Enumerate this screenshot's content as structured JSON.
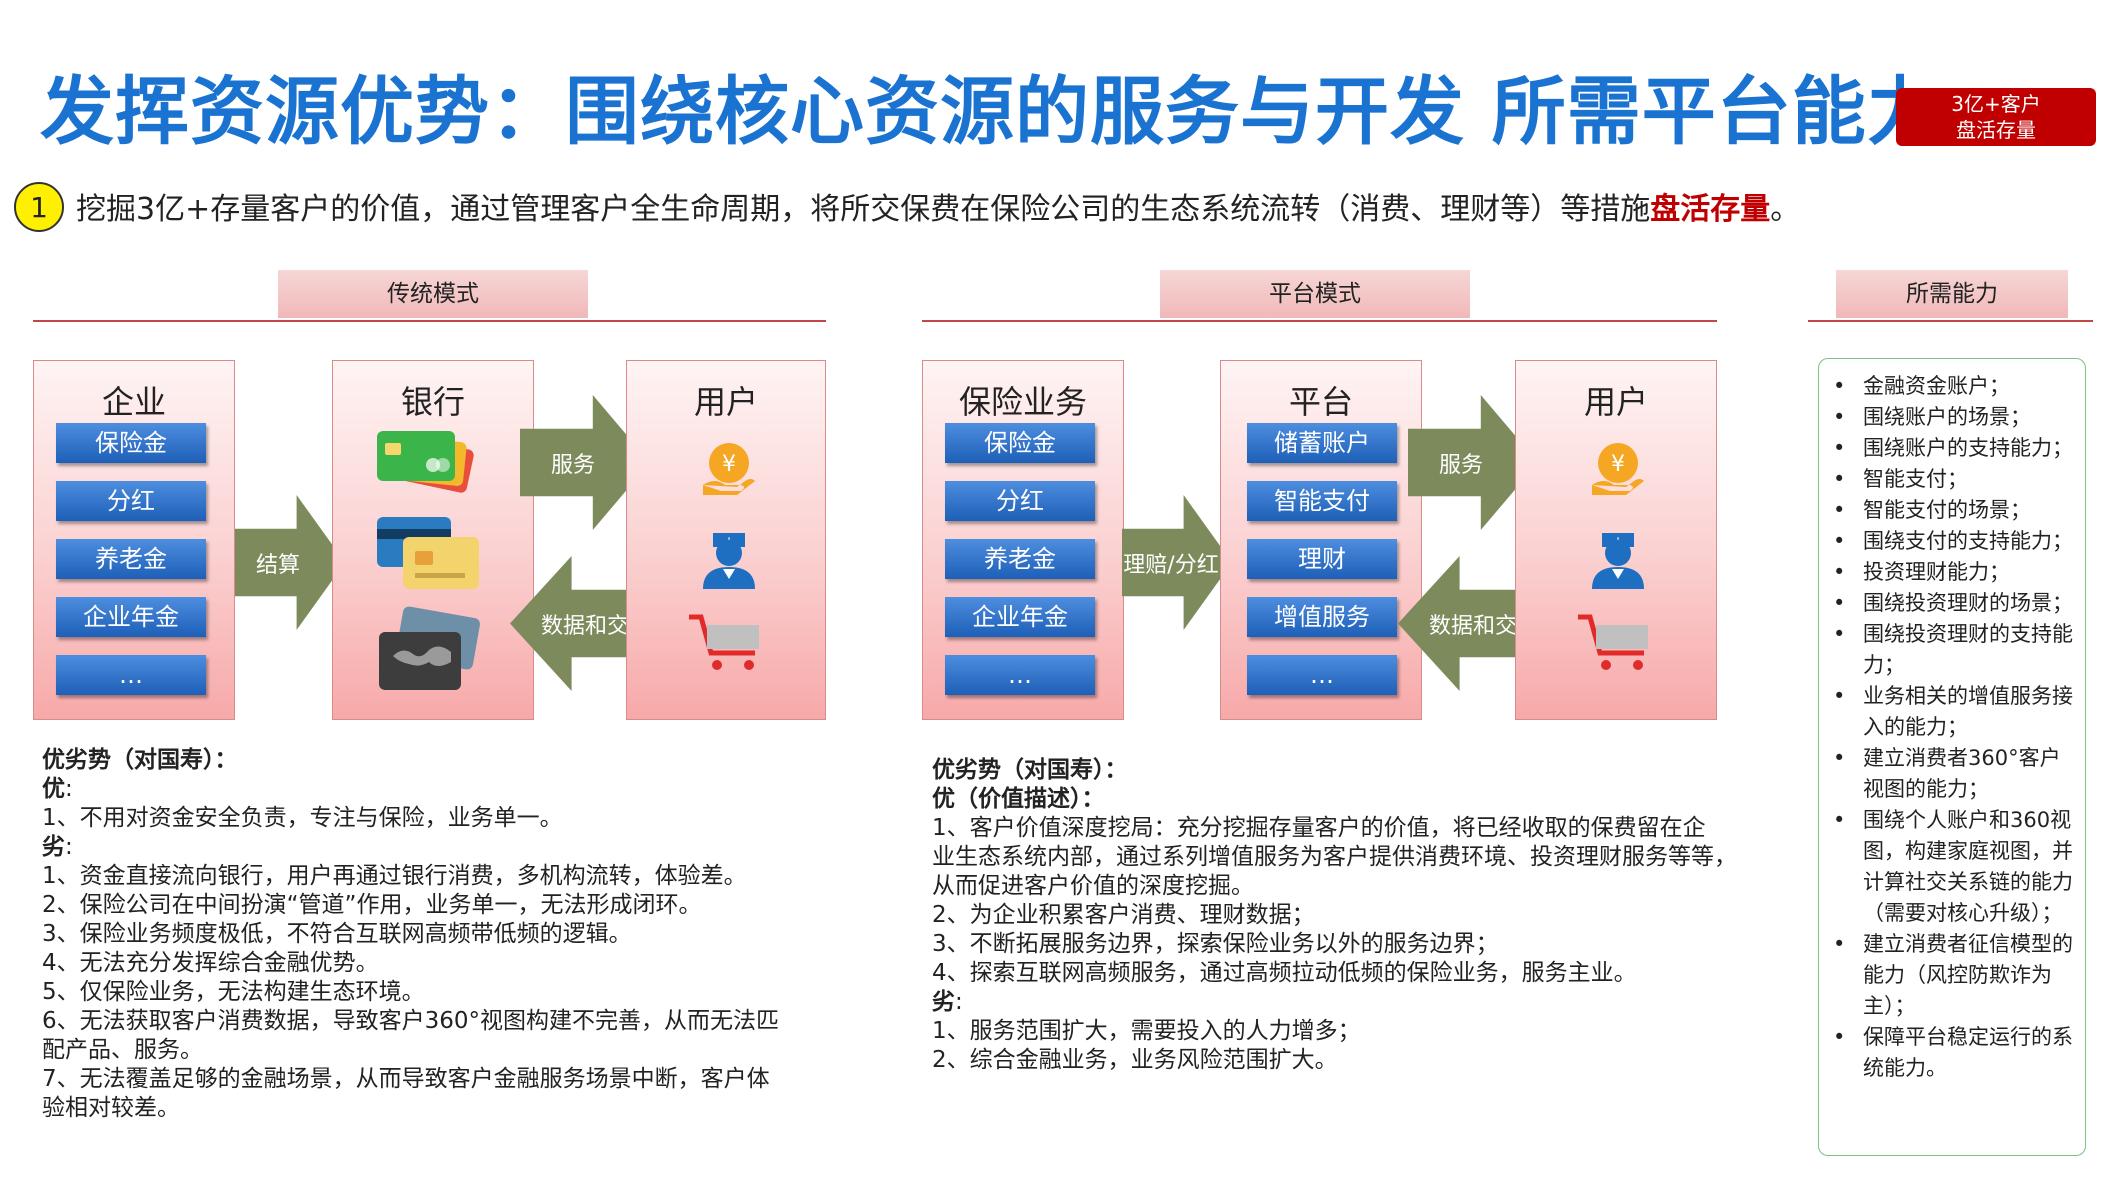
{
  "title": "发挥资源优势：围绕核心资源的服务与开发 所需平台能力",
  "badge": {
    "line1": "3亿+客户",
    "line2": "盘活存量"
  },
  "point": {
    "num": "1",
    "text": "挖掘3亿+存量客户的价值，通过管理客户全生命周期，将所交保费在保险公司的生态系统流转（消费、理财等）等措施",
    "highlight": "盘活存量",
    "end": "。"
  },
  "traditional": {
    "header": "传统模式",
    "enterprise": {
      "title": "企业",
      "items": [
        "保险金",
        "分红",
        "养老金",
        "企业年金",
        "…"
      ]
    },
    "bank": {
      "title": "银行"
    },
    "user": {
      "title": "用户"
    },
    "arrow_settle": "结算",
    "arrow_service": "服务",
    "arrow_data": "数据和交互",
    "pros_cons_title": "优劣势（对国寿）：",
    "pros_label": "优",
    "pros": [
      "1、不用对资金安全负责，专注与保险，业务单一。"
    ],
    "cons_label": "劣",
    "cons": [
      "1、资金直接流向银行，用户再通过银行消费，多机构流转，体验差。",
      "2、保险公司在中间扮演“管道”作用，业务单一，无法形成闭环。",
      "3、保险业务频度极低，不符合互联网高频带低频的逻辑。",
      "4、无法充分发挥综合金融优势。",
      "5、仅保险业务，无法构建生态环境。",
      "6、无法获取客户消费数据，导致客户360°视图构建不完善，从而无法匹",
      "配产品、服务。",
      "7、无法覆盖足够的金融场景，从而导致客户金融服务场景中断，客户体",
      "验相对较差。"
    ]
  },
  "platform": {
    "header": "平台模式",
    "insurance": {
      "title": "保险业务",
      "items": [
        "保险金",
        "分红",
        "养老金",
        "企业年金",
        "…"
      ]
    },
    "platform_box": {
      "title": "平台",
      "items": [
        "储蓄账户",
        "智能支付",
        "理财",
        "增值服务",
        "…"
      ]
    },
    "user": {
      "title": "用户"
    },
    "arrow_claim": "理赔/分红",
    "arrow_service": "服务",
    "arrow_data": "数据和交互",
    "pros_cons_title": "优劣势（对国寿）：",
    "pros_label": "优（价值描述）：",
    "pros": [
      "1、客户价值深度挖局：充分挖掘存量客户的价值，将已经收取的保费留在企",
      "业生态系统内部，通过系列增值服务为客户提供消费环境、投资理财服务等等，",
      "从而促进客户价值的深度挖掘。",
      "2、为企业积累客户消费、理财数据；",
      "3、不断拓展服务边界，探索保险业务以外的服务边界；",
      "4、探索互联网高频服务，通过高频拉动低频的保险业务，服务主业。"
    ],
    "cons_label": "劣",
    "cons": [
      "1、服务范围扩大，需要投入的人力增多；",
      "2、综合金融业务，业务风险范围扩大。"
    ]
  },
  "capabilities": {
    "header": "所需能力",
    "items": [
      "金融资金账户；",
      "围绕账户的场景；",
      "围绕账户的支持能力；",
      "智能支付；",
      "智能支付的场景；",
      "围绕支付的支持能力；",
      "投资理财能力；",
      "围绕投资理财的场景；",
      "围绕投资理财的支持能力；",
      "业务相关的增值服务接入的能力；",
      "建立消费者360°客户视图的能力；",
      "围绕个人账户和360视图，构建家庭视图，并计算社交关系链的能力（需要对核心升级）；",
      "建立消费者征信模型的能力（风控防欺诈为主）；",
      "保障平台稳定运行的系统能力。"
    ]
  },
  "colors": {
    "title": "#1a73d1",
    "accent_red": "#c00000",
    "arrow": "#7d8b5c",
    "button_blue": "#2d6fc4"
  }
}
